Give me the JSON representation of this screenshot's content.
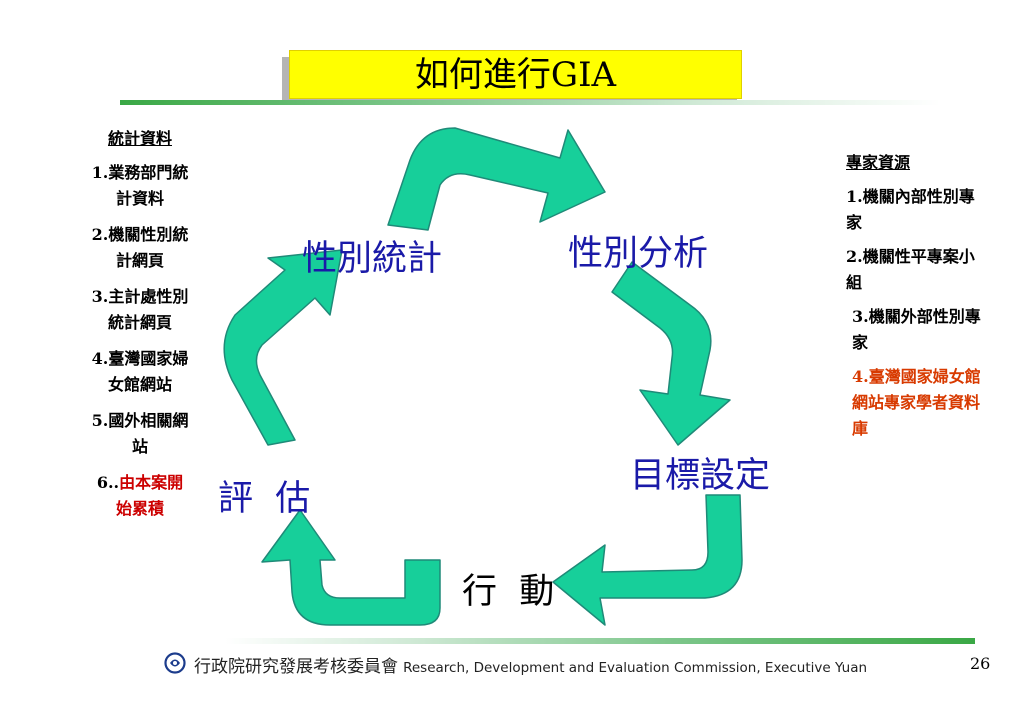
{
  "title": "如何進行GIA",
  "left_panel": {
    "heading": "統計資料",
    "items": [
      {
        "num": "1.",
        "text": "業務部門統計資料"
      },
      {
        "num": "2.",
        "text": "機關性別統計網頁"
      },
      {
        "num": "3.",
        "text": "主計處性別統計網頁"
      },
      {
        "num": "4.",
        "text": "臺灣國家婦女館網站"
      },
      {
        "num": "5.",
        "text": "國外相關網站"
      },
      {
        "num": "6..",
        "text": "由本案開始累積"
      }
    ]
  },
  "right_panel": {
    "heading": "專家資源",
    "items": [
      {
        "num": "1.",
        "text": "機關內部性別專家"
      },
      {
        "num": "2.",
        "text": "機關性平專案小組"
      },
      {
        "num": "3.",
        "text": "機關外部性別專家"
      },
      {
        "num": "4.",
        "text": "臺灣國家婦女館網站專家學者資料庫"
      }
    ]
  },
  "cycle": {
    "stats": "性別統計",
    "analysis": "性別分析",
    "goal": "目標設定",
    "action": "行  動",
    "evaluate": "評  估"
  },
  "colors": {
    "arrow_fill": "#17cf9a",
    "arrow_stroke": "#1f8a78",
    "label_blue": "#1a1aa8",
    "accent_red": "#cc0000",
    "title_bg": "#ffff00"
  },
  "footer": {
    "org_zh": "行政院研究發展考核委員會",
    "org_en": "Research, Development and Evaluation Commission, Executive Yuan",
    "page": "26",
    "logo_icon": "rdec-logo-icon"
  }
}
